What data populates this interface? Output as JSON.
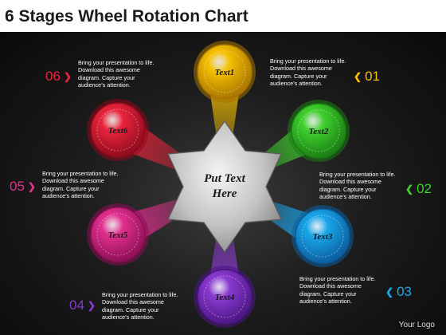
{
  "title": "6 Stages Wheel Rotation Chart",
  "center": {
    "line1": "Put Text",
    "line2": "Here"
  },
  "stages": [
    {
      "number": "01",
      "label": "Text1",
      "color": "#f5c000",
      "dark": "#a87400",
      "description": "Bring your presentation to life. Download this awesome diagram. Capture your audience’s attention."
    },
    {
      "number": "02",
      "label": "Text2",
      "color": "#3fcf2e",
      "dark": "#1a7d12",
      "description": "Bring your presentation to life. Download this awesome diagram. Capture your audience’s attention."
    },
    {
      "number": "03",
      "label": "Text3",
      "color": "#1aa6ea",
      "dark": "#0b5c9c",
      "description": "Bring your presentation to life. Download this awesome diagram. Capture your audience’s attention."
    },
    {
      "number": "04",
      "label": "Text4",
      "color": "#8a3ad0",
      "dark": "#4b1684",
      "description": "Bring your presentation to life. Download this awesome diagram. Capture your audience’s attention."
    },
    {
      "number": "05",
      "label": "Text5",
      "color": "#e2308f",
      "dark": "#8c0f55",
      "description": "Bring your presentation to life. Download this awesome diagram. Capture your audience’s attention."
    },
    {
      "number": "06",
      "label": "Text6",
      "color": "#e8253c",
      "dark": "#8e0a1c",
      "description": "Bring your presentation to life. Download this awesome diagram. Capture your audience’s attention."
    }
  ],
  "footer": "Your Logo"
}
